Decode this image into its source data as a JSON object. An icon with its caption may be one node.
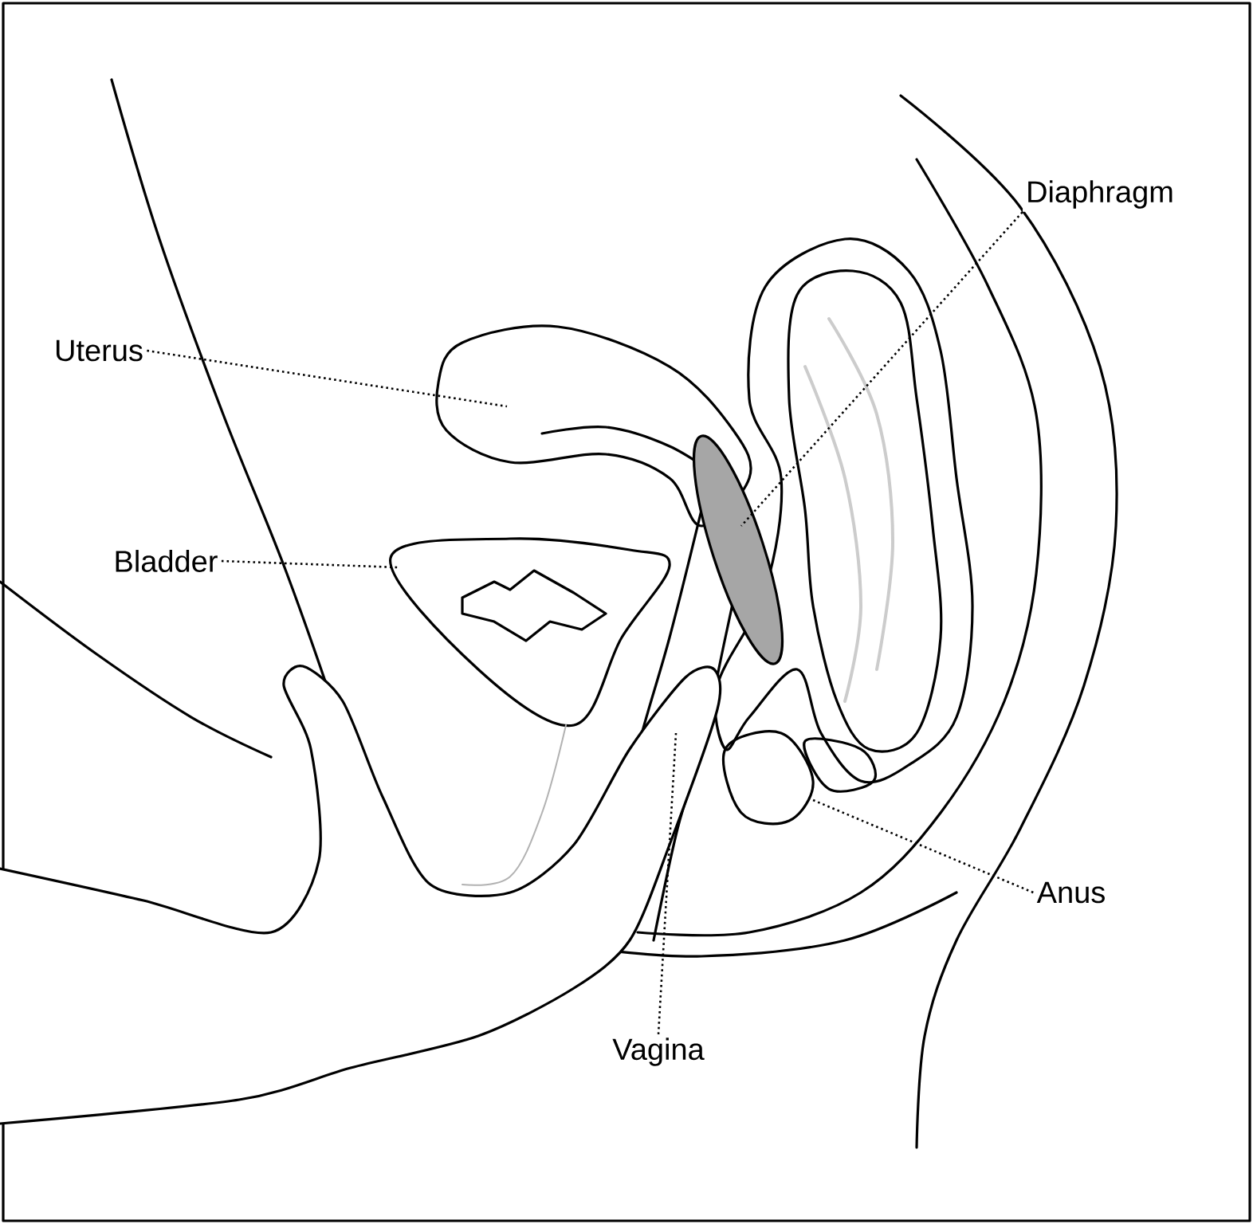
{
  "diagram": {
    "nodes": [
      {
        "text": [
          "Diaphragm"
        ]
      },
      {
        "text": [
          "Uterus"
        ]
      },
      {
        "text": [
          "Bladder"
        ]
      },
      {
        "text": [
          "Anus"
        ]
      },
      {
        "text": [
          "Vagina"
        ]
      }
    ],
    "edges": [
      {
        "from": 0,
        "to": null,
        "arrow": "none"
      },
      {
        "from": 1,
        "to": null,
        "arrow": "none"
      },
      {
        "from": 2,
        "to": null,
        "arrow": "none"
      },
      {
        "from": 3,
        "to": null,
        "arrow": "none"
      },
      {
        "from": 4,
        "to": null,
        "arrow": "none"
      }
    ]
  }
}
